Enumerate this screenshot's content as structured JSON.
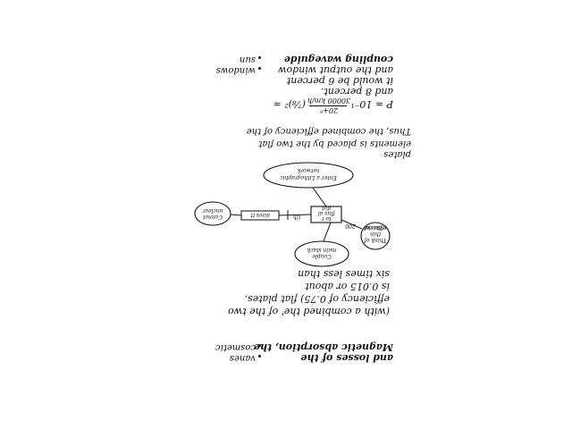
{
  "text_left": [
    "Magnetic absorption, the",
    "and losses of the",
    "coupling waveguide",
    "and the output window",
    "it would be 6 percent",
    "and 8 percent."
  ],
  "bullets": [
    "cosmetic",
    "vanes",
    "sun",
    "windows"
  ],
  "equation": {
    "lhs": "(⁷⁄₈)² ≈",
    "numerator": "20+⁶",
    "denominator": "30000 km/h",
    "rhs": "P ≈ 10⁻¹"
  },
  "paragraph": [
    "Thus, the combined efficiency of the",
    "elements is placed by the two flat",
    "plates"
  ],
  "diagram": {
    "center_box": [
      "to r",
      "flux al",
      "dut"
    ],
    "box_label_right": "t/h",
    "left_box": "sizes tt",
    "left_ellipse": [
      "Cannot",
      "unclear"
    ],
    "top_box": [
      "Enter a Lithographic",
      "network"
    ],
    "right_small": "200",
    "right_circle": [
      "Think of",
      "thin material",
      "efficient"
    ],
    "bottom_ellipse": [
      "Couple",
      "main stack"
    ]
  },
  "closing": [
    "(with a combined    the' of the two",
    "efficiency of 0.75)   flat plates.",
    "is 0.015 or about",
    "six times less than"
  ]
}
